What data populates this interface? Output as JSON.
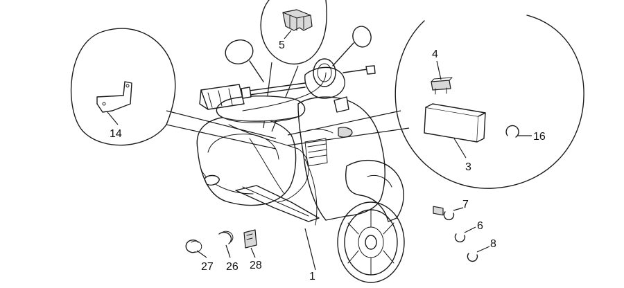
{
  "callouts": {
    "c1": "1",
    "c3": "3",
    "c4": "4",
    "c5": "5",
    "c6": "6",
    "c7": "7",
    "c8": "8",
    "c14": "14",
    "c16": "16",
    "c26": "26",
    "c27": "27",
    "c28": "28"
  },
  "colors": {
    "line": "#1a1a1a",
    "part_fill": "#d9d9d9",
    "background": "#ffffff"
  }
}
